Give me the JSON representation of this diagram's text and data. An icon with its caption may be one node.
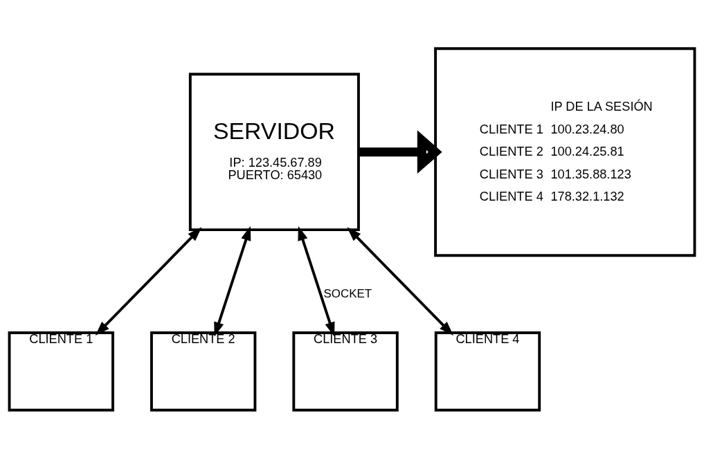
{
  "diagram": {
    "nodes": [
      {
        "text": [
          "SERVIDOR",
          "IP: 123.45.67.89",
          "PUERTO: 65430"
        ]
      },
      {
        "text": [
          "IP DE LA SESIÓN",
          "CLIENTE 1",
          "100.23.24.80",
          "CLIENTE 2",
          "100.24.25.81",
          "CLIENTE 3",
          "101.35.88.123",
          "CLIENTE 4",
          "178.32.1.132"
        ]
      },
      {
        "text": [
          "CLIENTE 1"
        ]
      },
      {
        "text": [
          "CLIENTE 2"
        ]
      },
      {
        "text": [
          "CLIENTE 3"
        ]
      },
      {
        "text": [
          "CLIENTE 4"
        ]
      }
    ],
    "edges": [
      {
        "from": 0,
        "to": 1,
        "arrow": "to",
        "style": "thick"
      },
      {
        "from": 0,
        "to": 2,
        "arrow": "both"
      },
      {
        "from": 0,
        "to": 4,
        "arrow": "both",
        "label": "SOCKET"
      },
      {
        "from": 0,
        "to": 3,
        "arrow": "both"
      },
      {
        "from": 0,
        "to": 5,
        "arrow": "both"
      }
    ]
  }
}
